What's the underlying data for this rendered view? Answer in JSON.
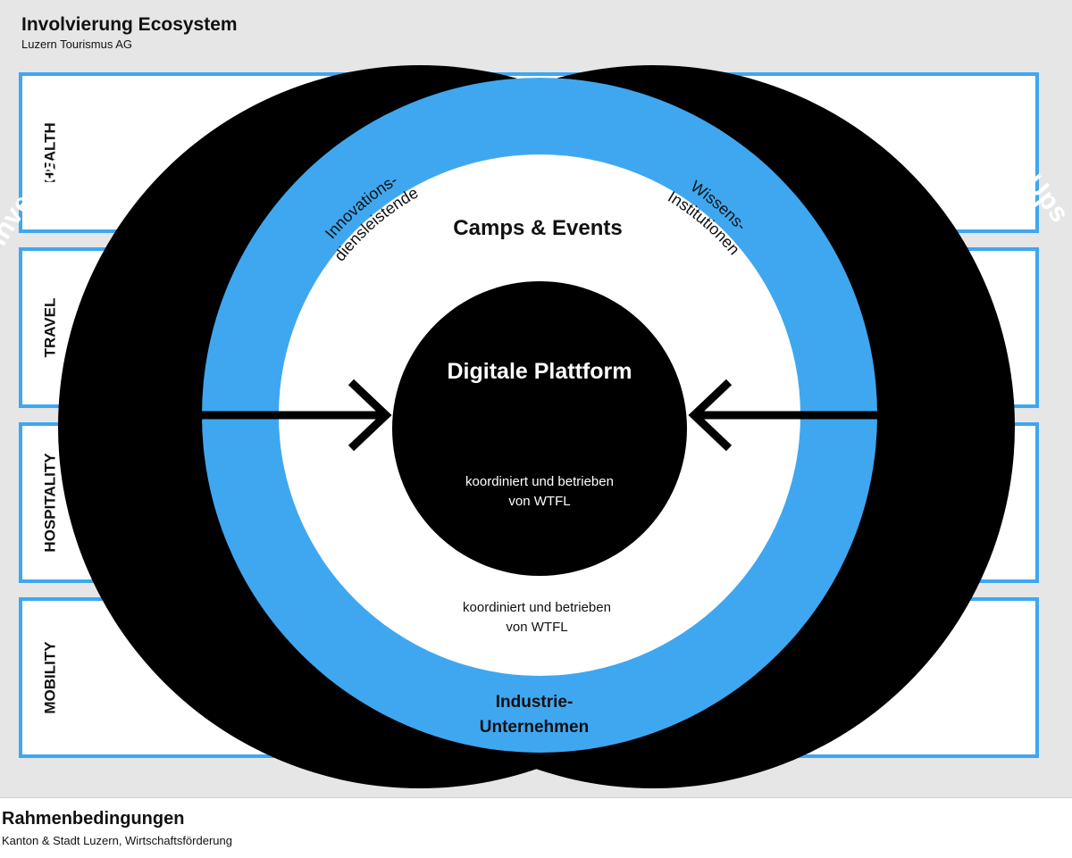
{
  "header": {
    "title": "Involvierung Ecosystem",
    "subtitle": "Luzern Tourismus AG"
  },
  "sectors": [
    "HEALTH",
    "TRAVEL",
    "HOSPITALITY",
    "MOBILITY"
  ],
  "outer_left_label": "Investoren",
  "outer_right_label": "Start-Ups",
  "ring_labels": {
    "top_left_line1": "Innovations-",
    "top_left_line2": "diensleistende",
    "top_right_line1": "Wissens-",
    "top_right_line2": "Institutionen",
    "bottom_line1": "Industrie-",
    "bottom_line2": "Unternehmen"
  },
  "inner": {
    "events_label": "Camps & Events",
    "events_note_line1": "koordiniert und betrieben",
    "events_note_line2": "von WTFL"
  },
  "core": {
    "title": "Digitale Plattform",
    "note_line1": "koordiniert und betrieben",
    "note_line2": "von WTFL"
  },
  "footer": {
    "title": "Rahmenbedingungen",
    "subtitle": "Kanton & Stadt Luzern, Wirtschaftsförderung"
  },
  "colors": {
    "background": "#e6e6e6",
    "accent_blue": "#3fa7f0",
    "black": "#000000",
    "white": "#ffffff"
  }
}
